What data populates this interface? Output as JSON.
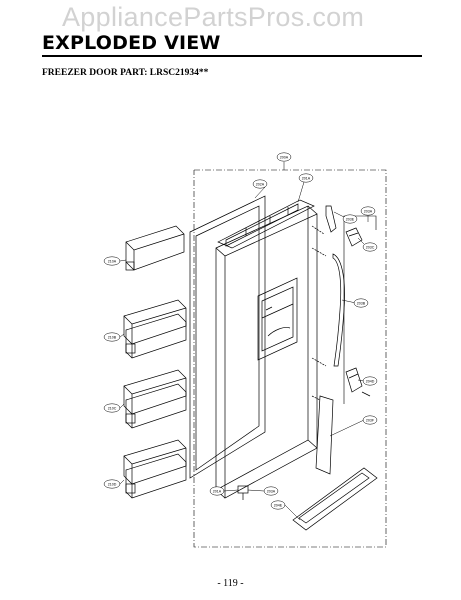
{
  "watermark": "AppliancePartsPros.com",
  "page_title": "EXPLODED VIEW",
  "part_label": "FREEZER DOOR PART: LRSC21934**",
  "page_number": "- 119 -",
  "callouts": {
    "door_assembly": "200A",
    "gasket": "202A",
    "cap_upper": "201A",
    "hinge_cover_upper": "203E",
    "cover_group": "203A",
    "cover_part": "203C",
    "handle": "203B",
    "handle_cap": "204D",
    "hinge_lower": "203F",
    "cap_lower": "201A",
    "screw": "203A",
    "trim_lower": "204E",
    "basket_top": "210A",
    "basket_2": "210B",
    "basket_3": "210C",
    "basket_4": "210D"
  }
}
